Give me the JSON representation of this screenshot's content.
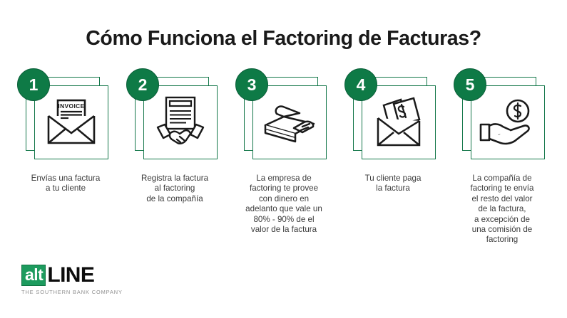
{
  "title": "Cómo Funciona el Factoring de Facturas?",
  "theme": {
    "accent_green": "#0e7a46",
    "frame_green": "#14774a",
    "logo_green": "#1d9b5e",
    "text_dark": "#231f20",
    "caption_gray": "#3b3b3b",
    "tagline_gray": "#8e8e8e",
    "background": "#ffffff"
  },
  "steps": [
    {
      "number": "1",
      "icon": "envelope-invoice-icon",
      "icon_label": "INVOICE",
      "caption_lines": [
        "Envías una factura",
        "a tu cliente"
      ]
    },
    {
      "number": "2",
      "icon": "handshake-document-icon",
      "caption_lines": [
        "Registra la factura",
        "al factoring",
        "de la compañía"
      ]
    },
    {
      "number": "3",
      "icon": "cash-stack-icon",
      "caption_lines": [
        "La empresa de",
        "factoring te provee",
        "con dinero en",
        "adelanto que vale un",
        "80% - 90% de el",
        "valor de la factura"
      ]
    },
    {
      "number": "4",
      "icon": "envelope-cash-icon",
      "caption_lines": [
        "Tu cliente paga",
        "la factura"
      ]
    },
    {
      "number": "5",
      "icon": "hand-coin-icon",
      "caption_lines": [
        "La compañía de",
        "factoring te envía",
        "el resto del valor",
        "de la factura,",
        "a excepción de",
        "una comisión de",
        "factoring"
      ]
    }
  ],
  "logo": {
    "mark_text": "alt",
    "word_text": "LINE",
    "tagline": "THE SOUTHERN BANK COMPANY"
  }
}
